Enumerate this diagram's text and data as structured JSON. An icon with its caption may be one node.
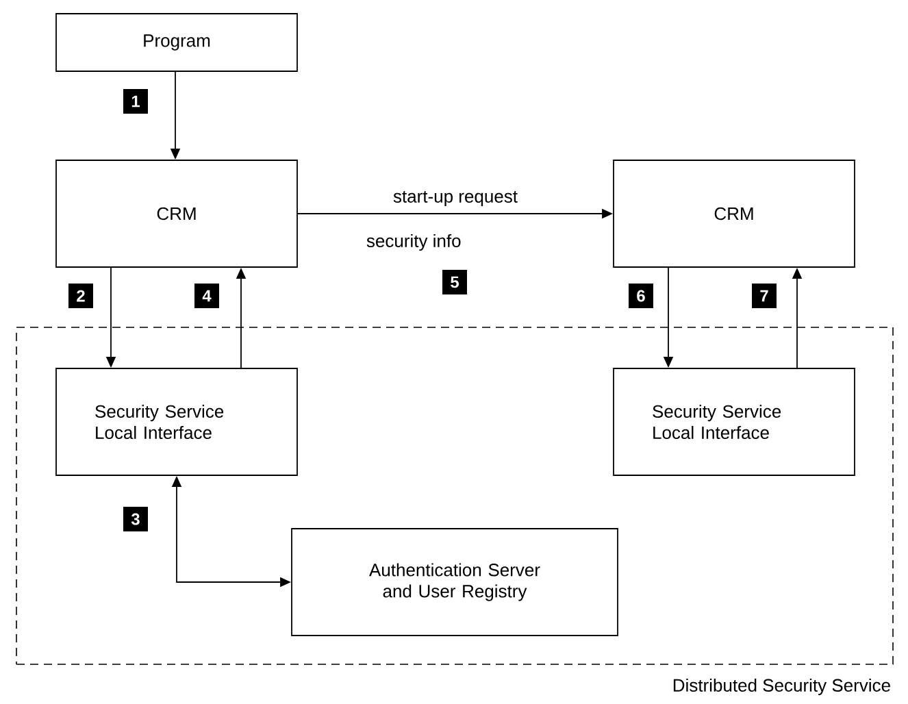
{
  "diagram": {
    "nodes": [
      {
        "text": [
          "Program"
        ]
      },
      {
        "text": [
          "CRM"
        ]
      },
      {
        "text": [
          "CRM"
        ]
      },
      {
        "text": [
          "Distributed Security Service"
        ]
      },
      {
        "text": [
          "Security Service Local Interface"
        ],
        "in": 3
      },
      {
        "text": [
          "Security Service Local Interface"
        ],
        "in": 3
      },
      {
        "text": [
          "Authentication Server and User Registry"
        ],
        "in": 3
      }
    ],
    "edges": [
      {
        "from": 0,
        "to": 1,
        "arrow": "to"
      },
      {
        "from": 1,
        "to": 2,
        "arrow": "to",
        "label": "start-up request"
      },
      {
        "from": 1,
        "to": 4,
        "arrow": "to"
      },
      {
        "from": 4,
        "to": 1,
        "arrow": "to"
      },
      {
        "from": 4,
        "to": 6,
        "arrow": "both"
      },
      {
        "from": 2,
        "to": 5,
        "arrow": "to"
      },
      {
        "from": 5,
        "to": 2,
        "arrow": "to"
      }
    ],
    "labels": [
      "1",
      "security info",
      "2",
      "4",
      "5",
      "6",
      "7",
      "3"
    ]
  }
}
